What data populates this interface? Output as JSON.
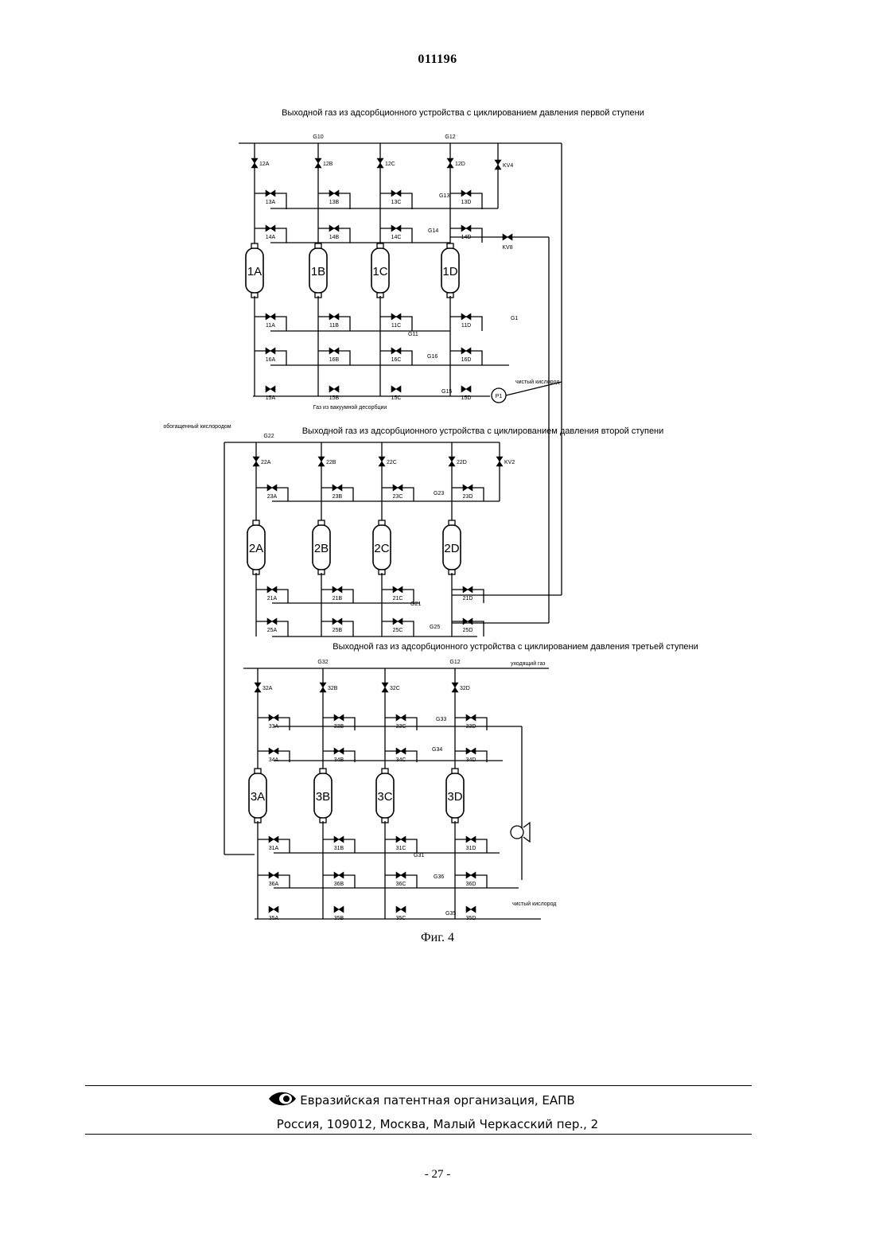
{
  "document": {
    "number": "011196",
    "figure_caption": "Фиг. 4",
    "page_number": "- 27 -"
  },
  "diagram": {
    "stages": [
      {
        "title": "Выходной газ из адсорбционного устройства с циклированием давления первой ступени",
        "columns": [
          "1A",
          "1B",
          "1C",
          "1D"
        ],
        "top_valves": [
          "12A",
          "12B",
          "12C",
          "12D",
          "KV4"
        ],
        "row1_valves": [
          "13A",
          "13B",
          "13C",
          "13D"
        ],
        "row2_valves": [
          "14A",
          "14B",
          "14C",
          "14D"
        ],
        "bottom_row1_valves": [
          "11A",
          "11B",
          "11C",
          "11D"
        ],
        "bottom_row2_valves": [
          "16A",
          "16B",
          "16C",
          "16D"
        ],
        "bottom_row3_valves": [
          "15A",
          "15B",
          "15C",
          "15D"
        ],
        "line_labels": [
          "G10",
          "G12",
          "G13",
          "G14",
          "G11",
          "G16",
          "G15",
          "KV8",
          "G1"
        ],
        "pump_label": "P1",
        "product_label": "чистый кислород",
        "vacuum_label": "Газ из вакуумной десорбции"
      },
      {
        "title": "Выходной газ из адсорбционного устройства с циклированием давления второй ступени",
        "columns": [
          "2A",
          "2B",
          "2C",
          "2D"
        ],
        "top_valves": [
          "22A",
          "22B",
          "22C",
          "22D",
          "KV2"
        ],
        "row1_valves": [
          "23A",
          "23B",
          "23C",
          "23D"
        ],
        "bottom_row1_valves": [
          "21A",
          "21B",
          "21C",
          "21D"
        ],
        "bottom_row2_valves": [
          "25A",
          "25B",
          "25C",
          "25D"
        ],
        "line_labels": [
          "G22",
          "G23",
          "G21",
          "G25"
        ],
        "side_label": "обогащенный кислородом"
      },
      {
        "title": "Выходной газ из адсорбционного устройства с циклированием давления третьей ступени",
        "columns": [
          "3A",
          "3B",
          "3C",
          "3D"
        ],
        "top_valves": [
          "32A",
          "32B",
          "32C",
          "32D"
        ],
        "row1_valves": [
          "33A",
          "33B",
          "33C",
          "33D"
        ],
        "row2_valves": [
          "34A",
          "34B",
          "34C",
          "34D"
        ],
        "bottom_row1_valves": [
          "31A",
          "31B",
          "31C",
          "31D"
        ],
        "bottom_row2_valves": [
          "36A",
          "36B",
          "36C",
          "36D"
        ],
        "bottom_row3_valves": [
          "35A",
          "35B",
          "35C",
          "35D"
        ],
        "line_labels": [
          "G32",
          "G12",
          "G33",
          "G34",
          "G31",
          "G36",
          "G35"
        ],
        "exhaust_label": "уходящий газ",
        "product_label": "чистый кислород"
      }
    ]
  },
  "footer": {
    "organization": "Евразийская патентная организация, ЕАПВ",
    "address": "Россия, 109012, Москва, Малый Черкасский пер., 2",
    "logo_icon": "eye-logo-icon"
  }
}
